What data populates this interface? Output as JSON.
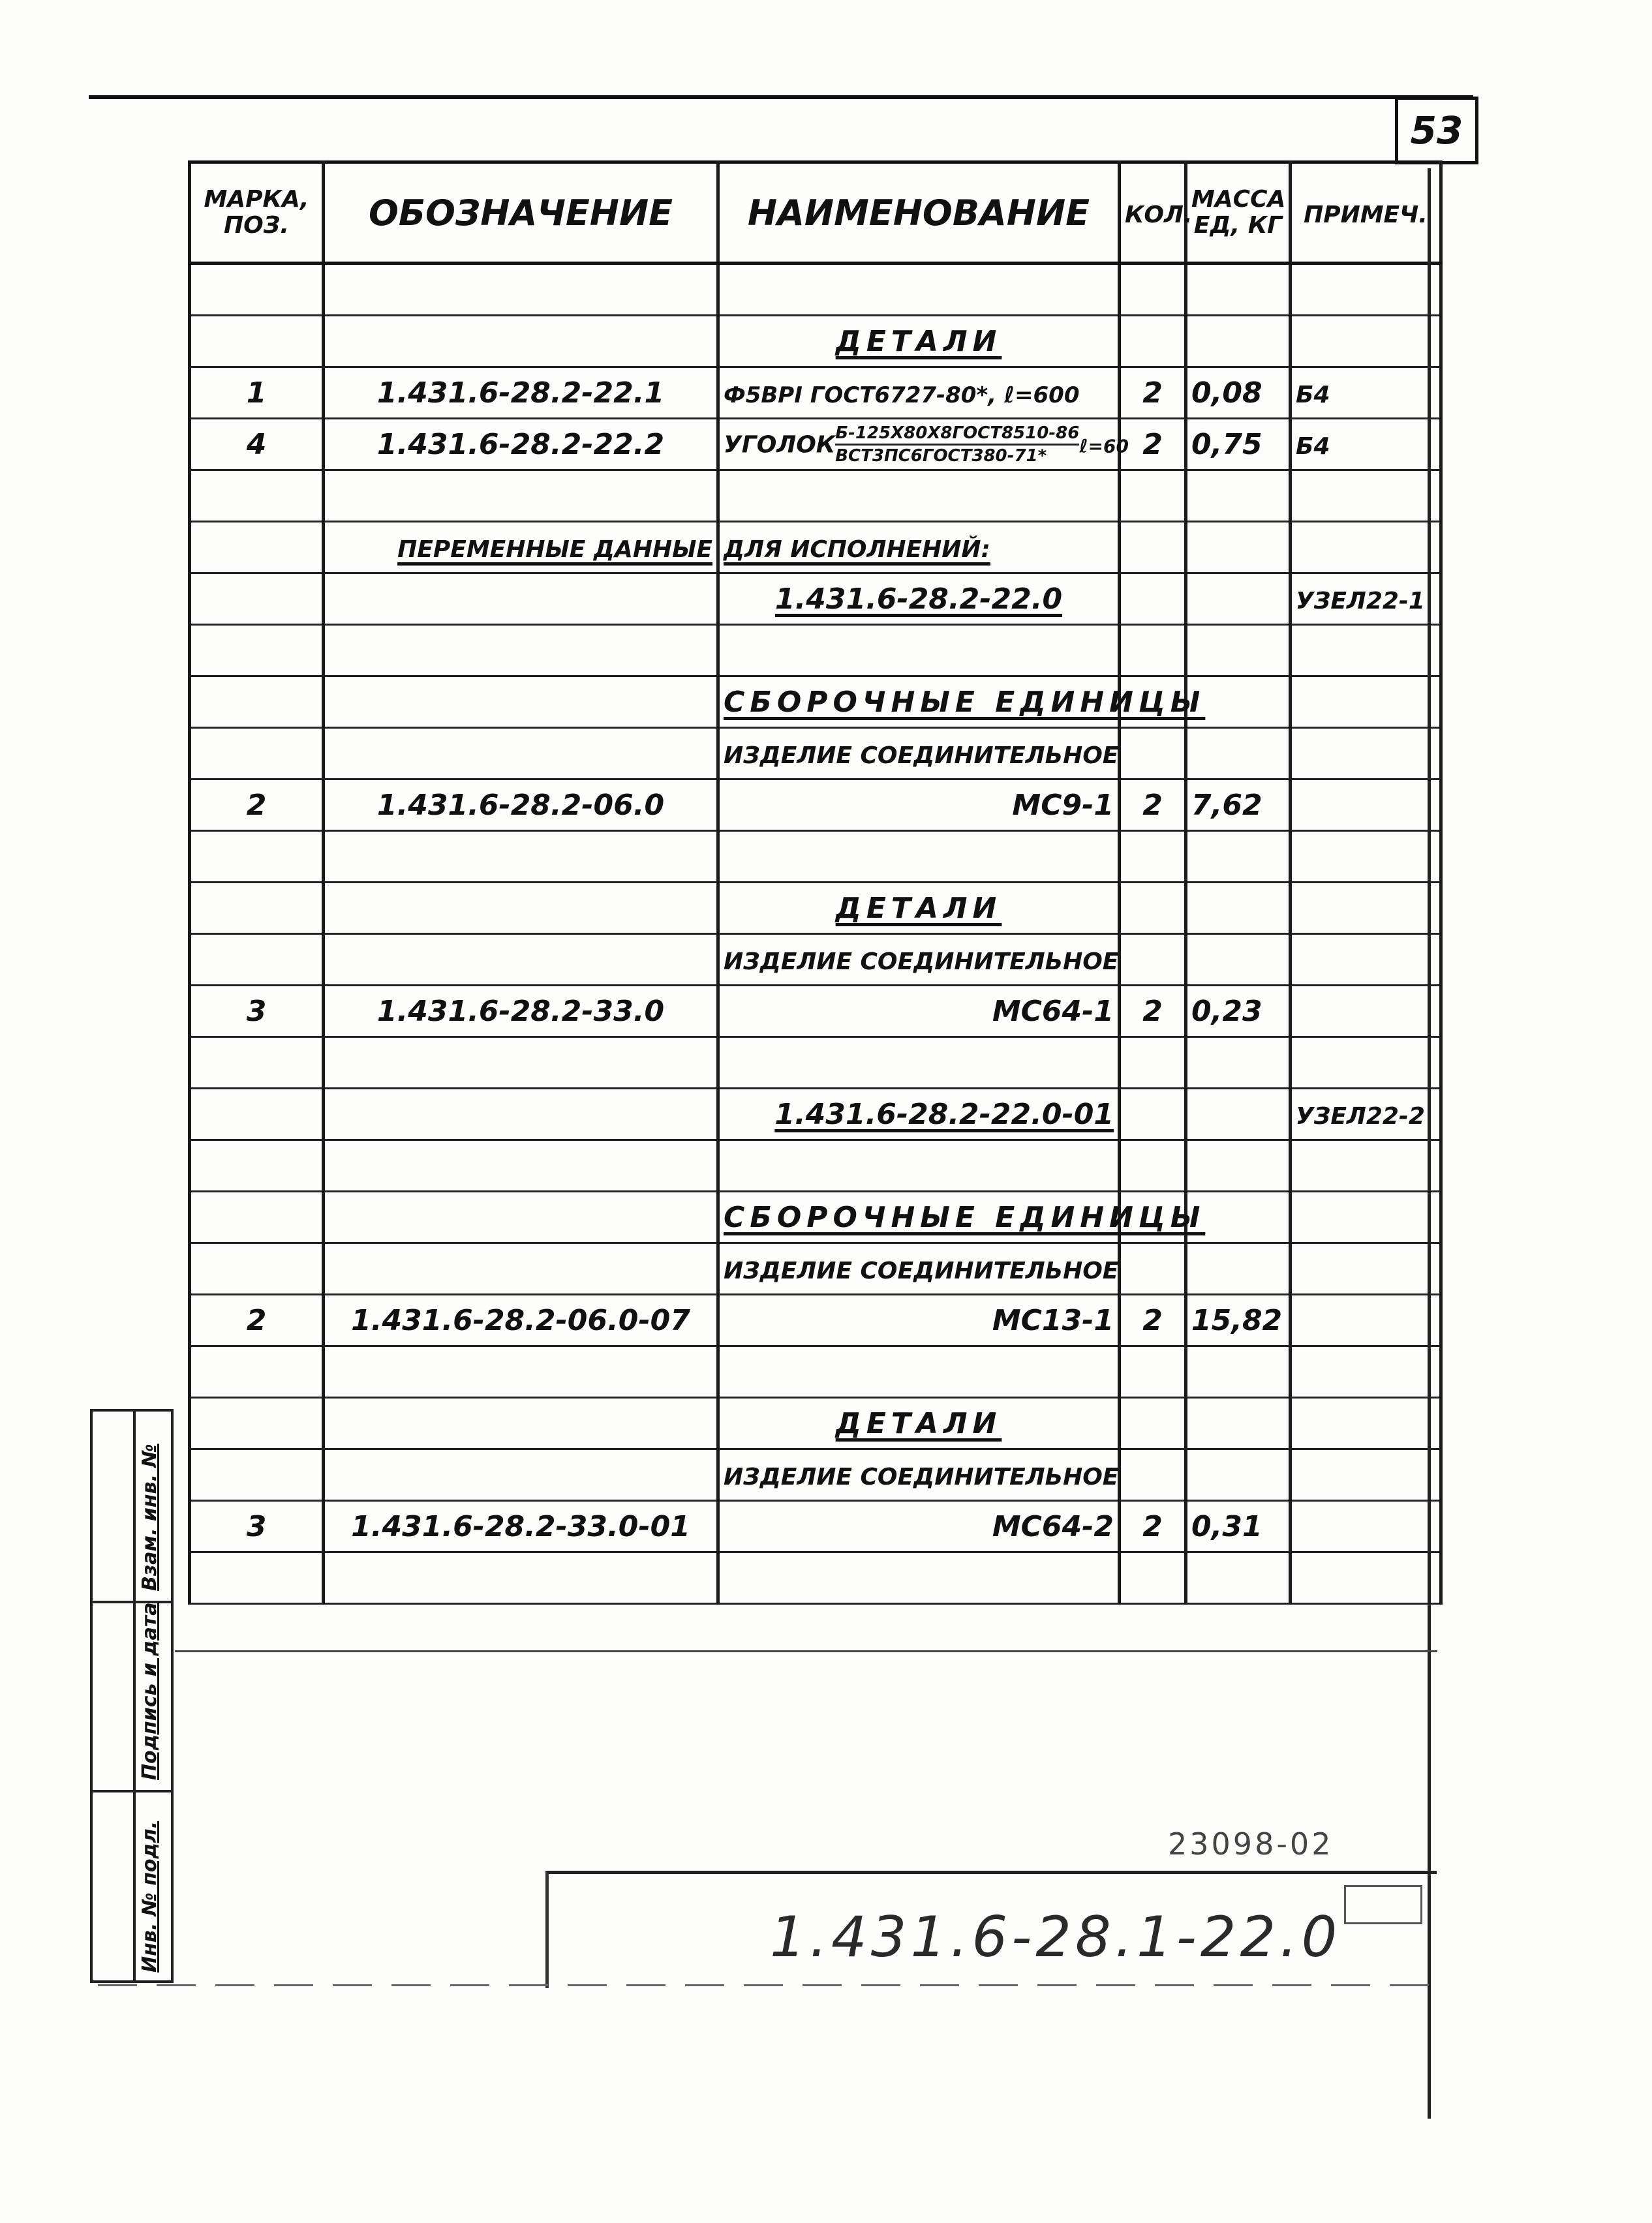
{
  "page_number": "53",
  "table": {
    "headers": {
      "mark": [
        "Марка,",
        "поз."
      ],
      "designation": "Обозначение",
      "name": "Наименование",
      "qty": "Кол.",
      "mass": [
        "Масса",
        "ед, кг"
      ],
      "note": "Примеч."
    },
    "rows": [
      {
        "mark": "",
        "designation": "",
        "name": "",
        "qty": "",
        "mass": "",
        "note": ""
      },
      {
        "mark": "",
        "designation": "",
        "name": "Детали",
        "name_style": "heading",
        "qty": "",
        "mass": "",
        "note": ""
      },
      {
        "mark": "1",
        "designation": "1.431.6-28.2-22.1",
        "name": "Ф5ВрⅠ ГОСТ6727-80*, ℓ=600",
        "qty": "2",
        "mass": "0,08",
        "note": "Б4"
      },
      {
        "mark": "4",
        "designation": "1.431.6-28.2-22.2",
        "name_prefix": "Уголок",
        "name_num": "Б-125х80х8ГОСТ8510-86",
        "name_den": "ВСт3пс6ГОСТ380-71*",
        "name_suffix": "ℓ=60",
        "qty": "2",
        "mass": "0,75",
        "note": "Б4"
      },
      {
        "mark": "",
        "designation": "",
        "name": "",
        "qty": "",
        "mass": "",
        "note": ""
      },
      {
        "mark": "",
        "designation": "Переменные данные",
        "designation_style": "underline",
        "name": "для исполнений:",
        "name_style": "underline-left",
        "qty": "",
        "mass": "",
        "note": ""
      },
      {
        "mark": "",
        "designation": "",
        "name": "1.431.6-28.2-22.0",
        "name_style": "underline",
        "qty": "",
        "mass": "",
        "note": "Узел22-1"
      },
      {
        "mark": "",
        "designation": "",
        "name": "",
        "qty": "",
        "mass": "",
        "note": ""
      },
      {
        "mark": "",
        "designation": "",
        "name": "Сборочные единицы",
        "name_style": "heading",
        "qty": "",
        "mass": "",
        "note": ""
      },
      {
        "mark": "",
        "designation": "",
        "name": "Изделие соединительное",
        "name_style": "left",
        "qty": "",
        "mass": "",
        "note": ""
      },
      {
        "mark": "2",
        "designation": "1.431.6-28.2-06.0",
        "name": "МС9-1",
        "name_style": "right",
        "qty": "2",
        "mass": "7,62",
        "note": ""
      },
      {
        "mark": "",
        "designation": "",
        "name": "",
        "qty": "",
        "mass": "",
        "note": ""
      },
      {
        "mark": "",
        "designation": "",
        "name": "Детали",
        "name_style": "heading",
        "qty": "",
        "mass": "",
        "note": ""
      },
      {
        "mark": "",
        "designation": "",
        "name": "Изделие соединительное",
        "name_style": "left",
        "qty": "",
        "mass": "",
        "note": ""
      },
      {
        "mark": "3",
        "designation": "1.431.6-28.2-33.0",
        "name": "МС64-1",
        "name_style": "right",
        "qty": "2",
        "mass": "0,23",
        "note": ""
      },
      {
        "mark": "",
        "designation": "",
        "name": "",
        "qty": "",
        "mass": "",
        "note": ""
      },
      {
        "mark": "",
        "designation": "",
        "name": "1.431.6-28.2-22.0-01",
        "name_style": "underline-right",
        "qty": "",
        "mass": "",
        "note": "Узел22-2"
      },
      {
        "mark": "",
        "designation": "",
        "name": "",
        "qty": "",
        "mass": "",
        "note": ""
      },
      {
        "mark": "",
        "designation": "",
        "name": "Сборочные единицы",
        "name_style": "heading",
        "qty": "",
        "mass": "",
        "note": ""
      },
      {
        "mark": "",
        "designation": "",
        "name": "Изделие соединительное",
        "name_style": "left",
        "qty": "",
        "mass": "",
        "note": ""
      },
      {
        "mark": "2",
        "designation": "1.431.6-28.2-06.0-07",
        "name": "МС13-1",
        "name_style": "right",
        "qty": "2",
        "mass": "15,82",
        "note": ""
      },
      {
        "mark": "",
        "designation": "",
        "name": "",
        "qty": "",
        "mass": "",
        "note": ""
      },
      {
        "mark": "",
        "designation": "",
        "name": "Детали",
        "name_style": "heading",
        "qty": "",
        "mass": "",
        "note": ""
      },
      {
        "mark": "",
        "designation": "",
        "name": "Изделие соединительное",
        "name_style": "left",
        "qty": "",
        "mass": "",
        "note": ""
      },
      {
        "mark": "3",
        "designation": "1.431.6-28.2-33.0-01",
        "name": "МС64-2",
        "name_style": "right",
        "qty": "2",
        "mass": "0,31",
        "note": ""
      },
      {
        "mark": "",
        "designation": "",
        "name": "",
        "qty": "",
        "mass": "",
        "note": ""
      }
    ]
  },
  "margin_stamp": {
    "ref_inv": "Взам. инв. №",
    "sign_date": "Подпись и дата",
    "inv_orig": "Инв. № подл."
  },
  "inventory_number": "23098-02",
  "document_code": "1.431.6-28.1-22.0"
}
